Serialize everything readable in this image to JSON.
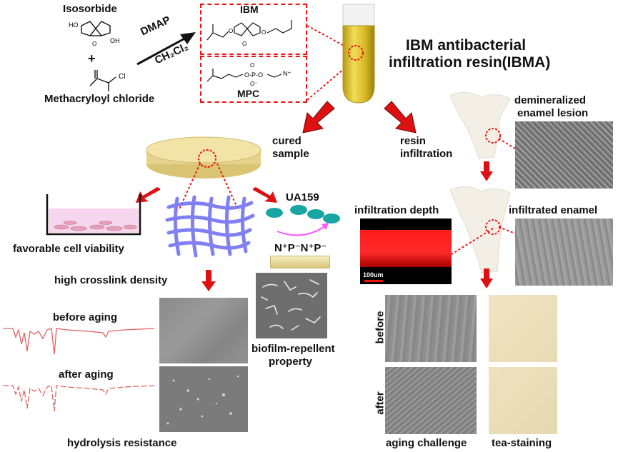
{
  "synthesis": {
    "reactant_1": "Isosorbide",
    "plus": "+",
    "reactant_2": "Methacryloyl chloride",
    "catalyst": "DMAP",
    "solvent": "CH₂Cl₂",
    "monomer_1": "IBM",
    "monomer_2": "MPC",
    "oh_label": "OH",
    "cl_label": "Cl"
  },
  "resin_title": [
    "IBM antibacterial",
    "infiltration resin(IBMA)"
  ],
  "branches": {
    "cured_sample": [
      "cured",
      "sample"
    ],
    "resin_infiltration": [
      "resin",
      "infiltration"
    ]
  },
  "cured_sample_results": {
    "cell_viability": "favorable cell viability",
    "crosslink": "high crosslink density",
    "bacteria_strain": "UA159",
    "zwitterion": "N⁺P⁻N⁺P⁻",
    "biofilm": [
      "biofilm-repellent",
      "property"
    ],
    "before_aging": "before aging",
    "after_aging": "after aging",
    "hydrolysis": "hydrolysis resistance"
  },
  "infiltration_results": {
    "demineralized": [
      "demineralized",
      "enamel lesion"
    ],
    "infiltration_depth": "infiltration depth",
    "scale_bar": "100um",
    "infiltrated_enamel": "infiltrated enamel",
    "before": "before",
    "after": "after",
    "aging_challenge": "aging challenge",
    "tea_staining": "tea-staining"
  },
  "colors": {
    "arrow_red": "#dd1111",
    "dashed_red": "#ee1111",
    "mesh_blue": "#6a6af0",
    "bacteria_teal": "#1aa5a5",
    "resin_yellow": "#d8b826",
    "spectrum_red": "#e06060",
    "confocal_red": "#ff1a1a"
  }
}
